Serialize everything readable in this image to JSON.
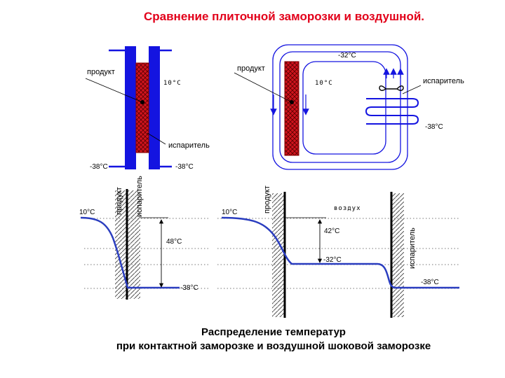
{
  "title": "Сравнение плиточной заморозки и воздушной.",
  "caption_line1": "Распределение температур",
  "caption_line2": "при контактной заморозке и воздушной шоковой заморозке",
  "contact_diagram": {
    "product_label": "продукт",
    "evaporator_label": "испаритель",
    "product_temp": "10°С",
    "evap_temp_left": "-38°С",
    "evap_temp_right": "-38°С"
  },
  "air_diagram": {
    "product_label": "продукт",
    "evaporator_label": "испаритель",
    "product_temp": "10°С",
    "air_temp": "-32°С",
    "evap_temp": "-38°С"
  },
  "contact_graph": {
    "product_label": "продукт",
    "evaporator_label": "испаритель",
    "start_temp": "10°С",
    "delta": "48°С",
    "end_temp": "-38°С"
  },
  "air_graph": {
    "product_label": "продукт",
    "air_label": "воздух",
    "evaporator_label": "испаритель",
    "start_temp": "10°С",
    "delta": "42°С",
    "air_temp": "-32°С",
    "end_temp": "-38°С"
  },
  "colors": {
    "title": "#e2001a",
    "evaporator_blue": "#1414e0",
    "product_red": "#c8141e",
    "curve_blue": "#2a3dbf"
  }
}
